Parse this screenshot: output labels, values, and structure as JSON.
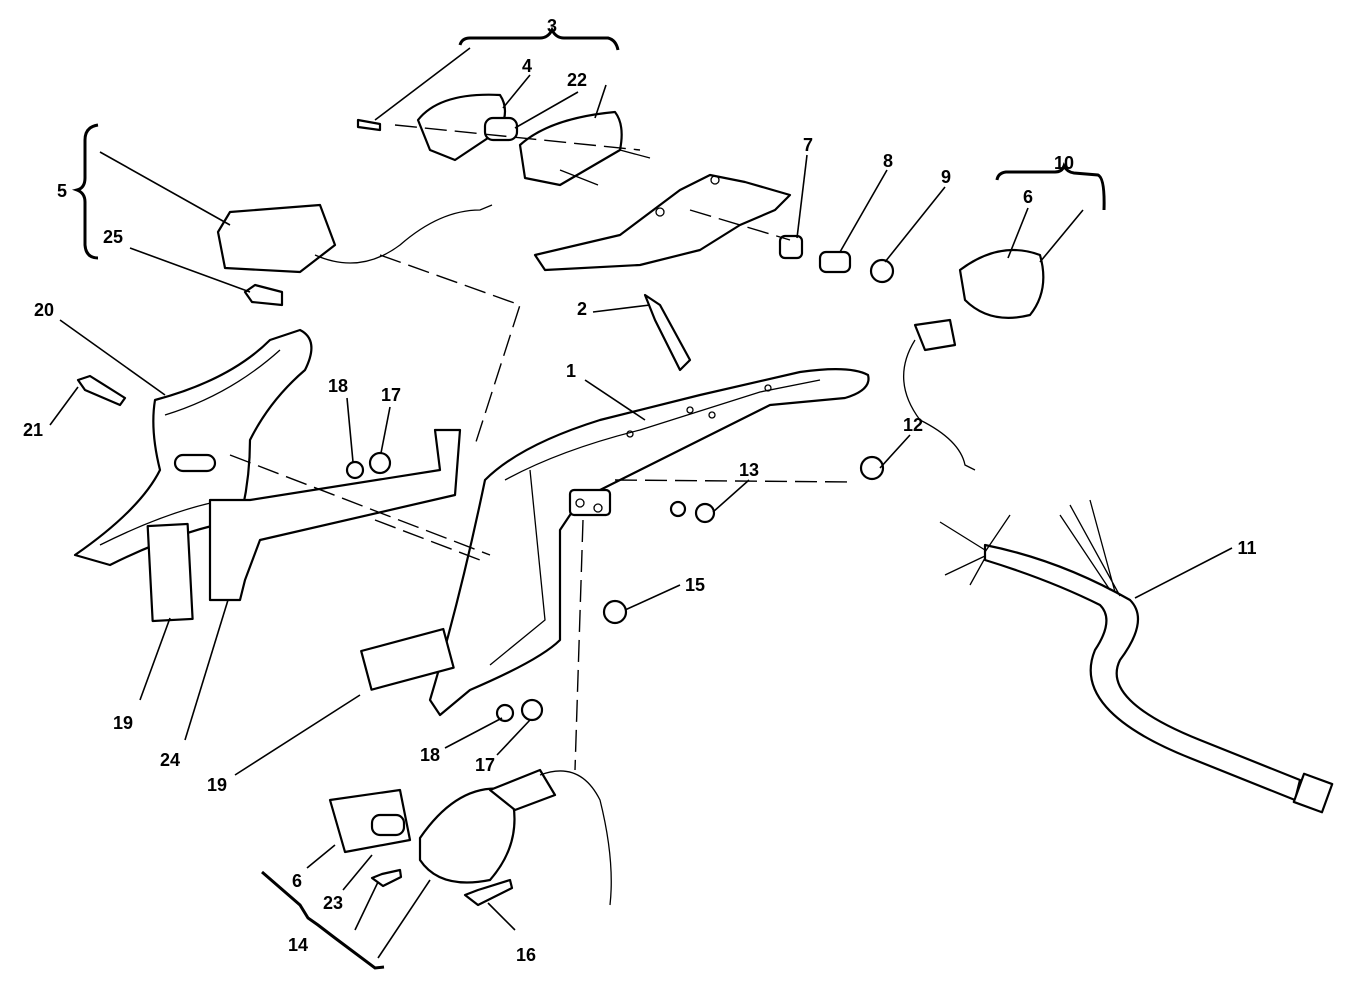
{
  "labels": {
    "p1": "1",
    "p2": "2",
    "p3": "3",
    "p4": "4",
    "p5": "5",
    "p6a": "6",
    "p6b": "6",
    "p7": "7",
    "p8": "8",
    "p9": "9",
    "p10": "10",
    "p11": "11",
    "p12": "12",
    "p13": "13",
    "p14": "14",
    "p15": "15",
    "p16": "16",
    "p17a": "17",
    "p17b": "17",
    "p18a": "18",
    "p18b": "18",
    "p19a": "19",
    "p19b": "19",
    "p20": "20",
    "p21": "21",
    "p22": "22",
    "p23": "23",
    "p24": "24",
    "p25": "25"
  }
}
